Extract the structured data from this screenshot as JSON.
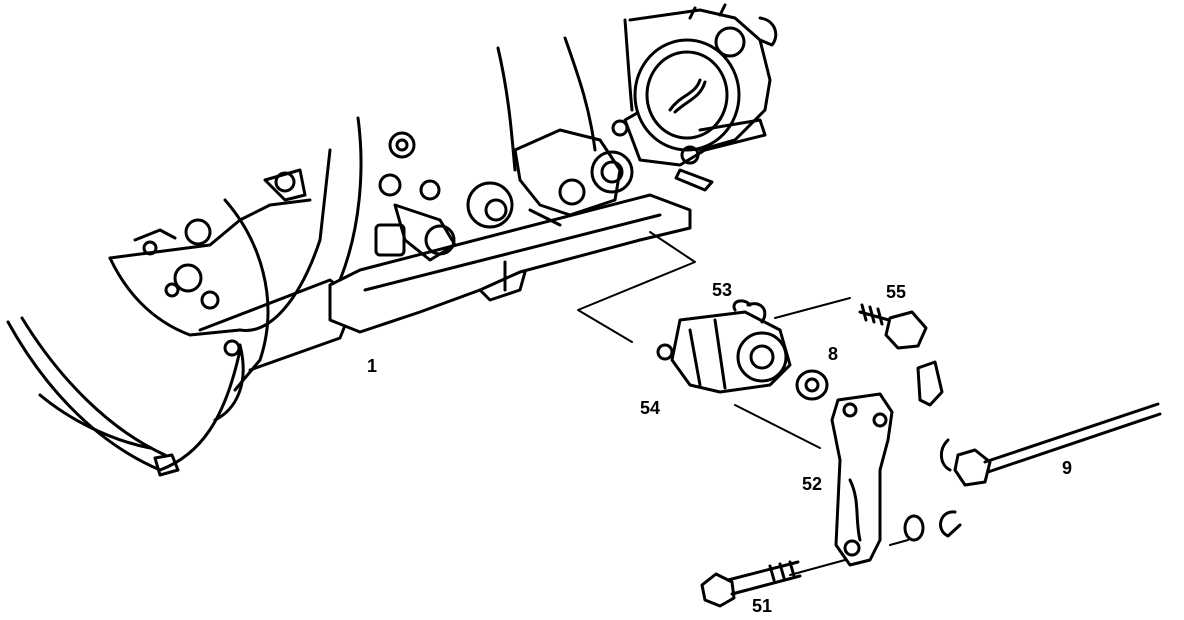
{
  "callouts": {
    "c1": "1",
    "c53": "53",
    "c55": "55",
    "c8": "8",
    "c54": "54",
    "c52": "52",
    "c9": "9",
    "c51": "51"
  },
  "colors": {
    "ink": "#000000",
    "paper": "#ffffff"
  }
}
